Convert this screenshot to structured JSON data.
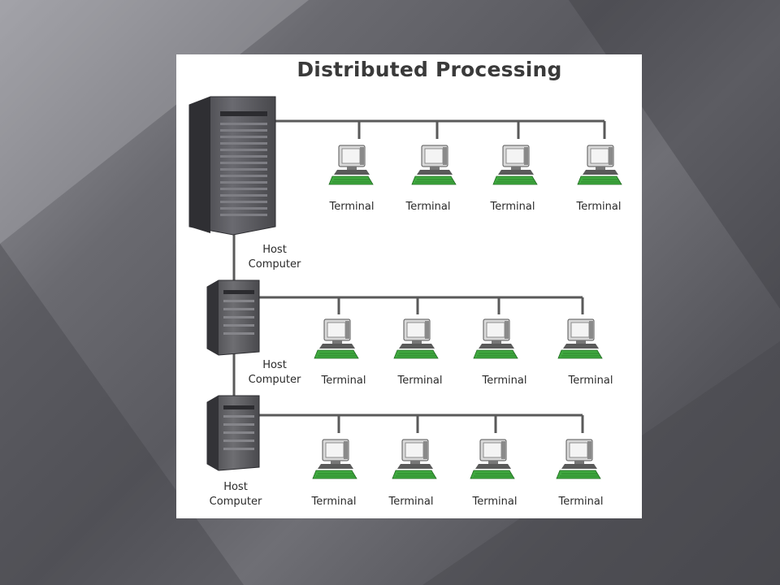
{
  "title": "Distributed Processing",
  "host_label_line1": "Host",
  "host_label_line2": "Computer",
  "terminal_label": "Terminal",
  "tiers": [
    {
      "host": "Host Computer",
      "terminals": [
        "Terminal",
        "Terminal",
        "Terminal",
        "Terminal"
      ]
    },
    {
      "host": "Host Computer",
      "terminals": [
        "Terminal",
        "Terminal",
        "Terminal",
        "Terminal"
      ]
    },
    {
      "host": "Host Computer",
      "terminals": [
        "Terminal",
        "Terminal",
        "Terminal",
        "Terminal"
      ]
    }
  ],
  "colors": {
    "panel": "#ffffff",
    "wire": "#5a5a5a",
    "keyboard": "#3fa83f",
    "server": "#55555a"
  }
}
